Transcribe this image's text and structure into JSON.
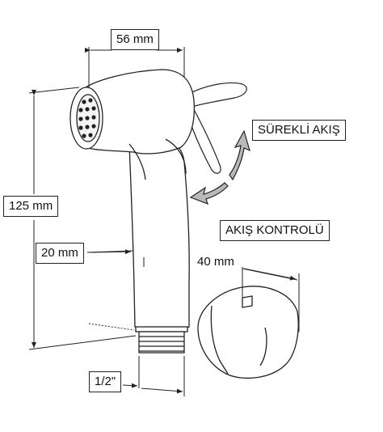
{
  "dimensions": {
    "width_label": "56 mm",
    "height_label": "125 mm",
    "handle_label": "20 mm",
    "holder_label": "40 mm",
    "thread_label": "1/2\""
  },
  "features": {
    "continuous_flow_label": "SÜREKLİ AKIŞ",
    "flow_control_label": "AKIŞ KONTROLÜ"
  },
  "colors": {
    "line": "#222222",
    "arrow_fill": "#b9b9b9",
    "background": "#ffffff"
  }
}
